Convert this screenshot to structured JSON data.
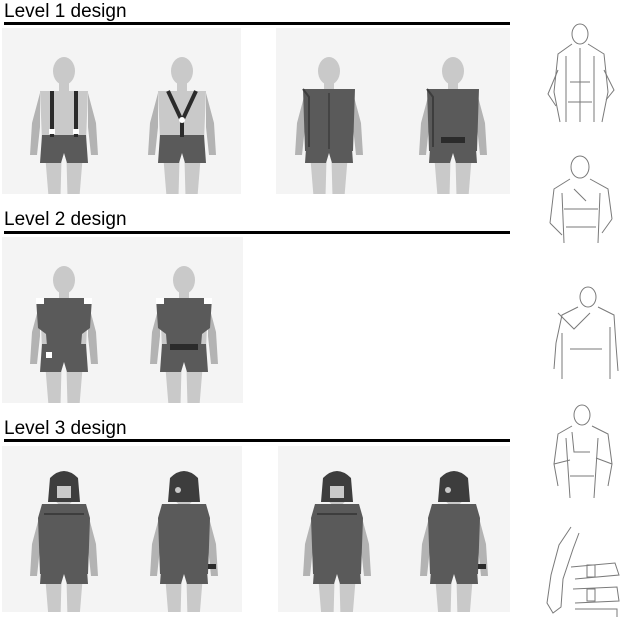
{
  "sections": [
    {
      "title": "Level 1 design"
    },
    {
      "title": "Level 2 design"
    },
    {
      "title": "Level 3 design"
    }
  ],
  "colors": {
    "figure": "#c9c9c9",
    "figure_shadow": "#b3b3b3",
    "garment": "#5a5a5a",
    "garment_dark": "#3d3d3d",
    "strap": "#2b2b2b",
    "panel_bg": "#f4f4f4",
    "sketch_line": "#7a7a7a"
  },
  "figures": [
    {
      "panel": 0,
      "view": "front",
      "garment": "suspenders-shorts"
    },
    {
      "panel": 0,
      "view": "back",
      "garment": "suspenders-shorts"
    },
    {
      "panel": 1,
      "view": "front",
      "garment": "vest-shorts"
    },
    {
      "panel": 1,
      "view": "back",
      "garment": "vest-shorts"
    },
    {
      "panel": 2,
      "view": "front",
      "garment": "torso-pad-shorts"
    },
    {
      "panel": 2,
      "view": "back",
      "garment": "torso-pad-shorts"
    },
    {
      "panel": 3,
      "view": "front",
      "garment": "hood-vest-shorts"
    },
    {
      "panel": 3,
      "view": "back",
      "garment": "hood-vest-shorts"
    },
    {
      "panel": 4,
      "view": "front",
      "garment": "hood-vest-shorts"
    },
    {
      "panel": 4,
      "view": "back",
      "garment": "hood-vest-shorts"
    }
  ]
}
